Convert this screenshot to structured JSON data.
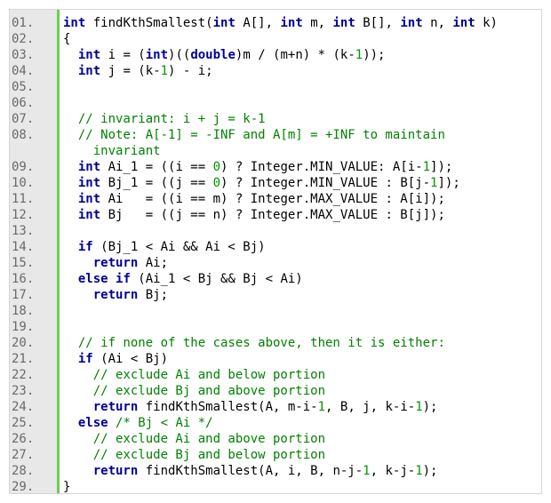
{
  "code": {
    "accent_color": "#6ccf4b",
    "lines": [
      {
        "n": "01.",
        "tokens": [
          {
            "t": "kw",
            "v": "int"
          },
          {
            "t": "op",
            "v": " findKthSmallest("
          },
          {
            "t": "kw",
            "v": "int"
          },
          {
            "t": "op",
            "v": " A[], "
          },
          {
            "t": "kw",
            "v": "int"
          },
          {
            "t": "op",
            "v": " m, "
          },
          {
            "t": "kw",
            "v": "int"
          },
          {
            "t": "op",
            "v": " B[], "
          },
          {
            "t": "kw",
            "v": "int"
          },
          {
            "t": "op",
            "v": " n, "
          },
          {
            "t": "kw",
            "v": "int"
          },
          {
            "t": "op",
            "v": " k)"
          }
        ]
      },
      {
        "n": "02.",
        "tokens": [
          {
            "t": "op",
            "v": "{"
          }
        ]
      },
      {
        "n": "03.",
        "tokens": [
          {
            "t": "op",
            "v": "  "
          },
          {
            "t": "kw",
            "v": "int"
          },
          {
            "t": "op",
            "v": " i = ("
          },
          {
            "t": "kw",
            "v": "int"
          },
          {
            "t": "op",
            "v": ")(("
          },
          {
            "t": "kw",
            "v": "double"
          },
          {
            "t": "op",
            "v": ")m / (m+n) * (k-"
          },
          {
            "t": "nm",
            "v": "1"
          },
          {
            "t": "op",
            "v": "));"
          }
        ]
      },
      {
        "n": "04.",
        "tokens": [
          {
            "t": "op",
            "v": "  "
          },
          {
            "t": "kw",
            "v": "int"
          },
          {
            "t": "op",
            "v": " j = (k-"
          },
          {
            "t": "nm",
            "v": "1"
          },
          {
            "t": "op",
            "v": ") - i;"
          }
        ]
      },
      {
        "n": "05.",
        "tokens": []
      },
      {
        "n": "06.",
        "tokens": []
      },
      {
        "n": "07.",
        "tokens": [
          {
            "t": "op",
            "v": "  "
          },
          {
            "t": "cm",
            "v": "// invariant: i + j = k-1"
          }
        ]
      },
      {
        "n": "08.",
        "tokens": [
          {
            "t": "op",
            "v": "  "
          },
          {
            "t": "cm",
            "v": "// Note: A[-1] = -INF and A[m] = +INF to maintain"
          }
        ]
      },
      {
        "n": "",
        "tokens": [
          {
            "t": "op",
            "v": "    "
          },
          {
            "t": "cm",
            "v": "invariant"
          }
        ]
      },
      {
        "n": "09.",
        "tokens": [
          {
            "t": "op",
            "v": "  "
          },
          {
            "t": "kw",
            "v": "int"
          },
          {
            "t": "op",
            "v": " Ai_1 = ((i == "
          },
          {
            "t": "nm",
            "v": "0"
          },
          {
            "t": "op",
            "v": ") ? Integer.MIN_VALUE: A[i-"
          },
          {
            "t": "nm",
            "v": "1"
          },
          {
            "t": "op",
            "v": "]);"
          }
        ]
      },
      {
        "n": "10.",
        "tokens": [
          {
            "t": "op",
            "v": "  "
          },
          {
            "t": "kw",
            "v": "int"
          },
          {
            "t": "op",
            "v": " Bj_1 = ((j == "
          },
          {
            "t": "nm",
            "v": "0"
          },
          {
            "t": "op",
            "v": ") ? Integer.MIN_VALUE : B[j-"
          },
          {
            "t": "nm",
            "v": "1"
          },
          {
            "t": "op",
            "v": "]);"
          }
        ]
      },
      {
        "n": "11.",
        "tokens": [
          {
            "t": "op",
            "v": "  "
          },
          {
            "t": "kw",
            "v": "int"
          },
          {
            "t": "op",
            "v": " Ai   = ((i == m) ? Integer.MAX_VALUE : A[i]);"
          }
        ]
      },
      {
        "n": "12.",
        "tokens": [
          {
            "t": "op",
            "v": "  "
          },
          {
            "t": "kw",
            "v": "int"
          },
          {
            "t": "op",
            "v": " Bj   = ((j == n) ? Integer.MAX_VALUE : B[j]);"
          }
        ]
      },
      {
        "n": "13.",
        "tokens": []
      },
      {
        "n": "14.",
        "tokens": [
          {
            "t": "op",
            "v": "  "
          },
          {
            "t": "kw",
            "v": "if"
          },
          {
            "t": "op",
            "v": " (Bj_1 < Ai && Ai < Bj)"
          }
        ]
      },
      {
        "n": "15.",
        "tokens": [
          {
            "t": "op",
            "v": "    "
          },
          {
            "t": "kw",
            "v": "return"
          },
          {
            "t": "op",
            "v": " Ai;"
          }
        ]
      },
      {
        "n": "16.",
        "tokens": [
          {
            "t": "op",
            "v": "  "
          },
          {
            "t": "kw",
            "v": "else"
          },
          {
            "t": "op",
            "v": " "
          },
          {
            "t": "kw",
            "v": "if"
          },
          {
            "t": "op",
            "v": " (Ai_1 < Bj && Bj < Ai)"
          }
        ]
      },
      {
        "n": "17.",
        "tokens": [
          {
            "t": "op",
            "v": "    "
          },
          {
            "t": "kw",
            "v": "return"
          },
          {
            "t": "op",
            "v": " Bj;"
          }
        ]
      },
      {
        "n": "18.",
        "tokens": []
      },
      {
        "n": "19.",
        "tokens": []
      },
      {
        "n": "20.",
        "tokens": [
          {
            "t": "op",
            "v": "  "
          },
          {
            "t": "cm",
            "v": "// if none of the cases above, then it is either:"
          }
        ]
      },
      {
        "n": "21.",
        "tokens": [
          {
            "t": "op",
            "v": "  "
          },
          {
            "t": "kw",
            "v": "if"
          },
          {
            "t": "op",
            "v": " (Ai < Bj)"
          }
        ]
      },
      {
        "n": "22.",
        "tokens": [
          {
            "t": "op",
            "v": "    "
          },
          {
            "t": "cm",
            "v": "// exclude Ai and below portion"
          }
        ]
      },
      {
        "n": "23.",
        "tokens": [
          {
            "t": "op",
            "v": "    "
          },
          {
            "t": "cm",
            "v": "// exclude Bj and above portion"
          }
        ]
      },
      {
        "n": "24.",
        "tokens": [
          {
            "t": "op",
            "v": "    "
          },
          {
            "t": "kw",
            "v": "return"
          },
          {
            "t": "op",
            "v": " findKthSmallest(A, m-i-"
          },
          {
            "t": "nm",
            "v": "1"
          },
          {
            "t": "op",
            "v": ", B, j, k-i-"
          },
          {
            "t": "nm",
            "v": "1"
          },
          {
            "t": "op",
            "v": ");"
          }
        ]
      },
      {
        "n": "25.",
        "tokens": [
          {
            "t": "op",
            "v": "  "
          },
          {
            "t": "kw",
            "v": "else"
          },
          {
            "t": "op",
            "v": " "
          },
          {
            "t": "cm",
            "v": "/* Bj < Ai */"
          }
        ]
      },
      {
        "n": "26.",
        "tokens": [
          {
            "t": "op",
            "v": "    "
          },
          {
            "t": "cm",
            "v": "// exclude Ai and above portion"
          }
        ]
      },
      {
        "n": "27.",
        "tokens": [
          {
            "t": "op",
            "v": "    "
          },
          {
            "t": "cm",
            "v": "// exclude Bj and below portion"
          }
        ]
      },
      {
        "n": "28.",
        "tokens": [
          {
            "t": "op",
            "v": "    "
          },
          {
            "t": "kw",
            "v": "return"
          },
          {
            "t": "op",
            "v": " findKthSmallest(A, i, B, n-j-"
          },
          {
            "t": "nm",
            "v": "1"
          },
          {
            "t": "op",
            "v": ", k-j-"
          },
          {
            "t": "nm",
            "v": "1"
          },
          {
            "t": "op",
            "v": ");"
          }
        ]
      },
      {
        "n": "29.",
        "tokens": [
          {
            "t": "op",
            "v": "}"
          }
        ]
      }
    ]
  }
}
